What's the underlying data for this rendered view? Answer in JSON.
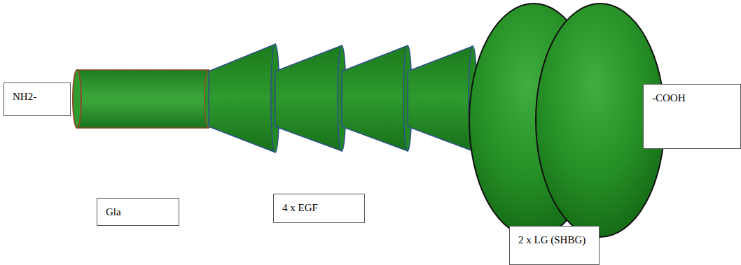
{
  "diagram": {
    "nodes": [
      {
        "text": [
          "NH2-"
        ]
      },
      {
        "text": [
          "-COOH"
        ]
      },
      {
        "text": [
          "Gla"
        ]
      },
      {
        "text": [
          "4 x EGF"
        ]
      },
      {
        "text": [
          "2 x LG (SHBG)"
        ]
      }
    ]
  }
}
